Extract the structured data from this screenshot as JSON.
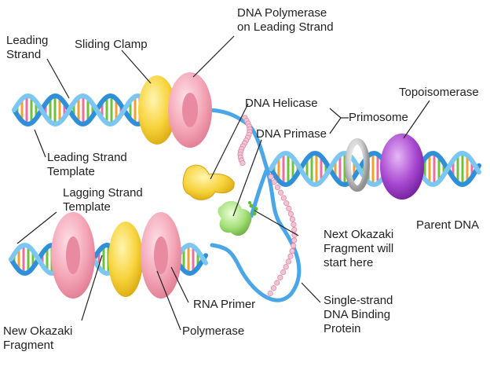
{
  "labels": {
    "leading_strand": "Leading\nStrand",
    "sliding_clamp": "Sliding Clamp",
    "dna_polymerase_leading": "DNA Polymerase\non Leading Strand",
    "dna_helicase": "DNA Helicase",
    "primosome": "Primosome",
    "dna_primase": "DNA Primase",
    "topoisomerase": "Topoisomerase",
    "leading_strand_template": "Leading Strand\nTemplate",
    "lagging_strand_template": "Lagging Strand\nTemplate",
    "parent_dna": "Parent DNA",
    "next_okazaki": "Next Okazaki\nFragment will\nstart here",
    "rna_primer": "RNA Primer",
    "new_okazaki": "New Okazaki\nFragment",
    "polymerase": "Polymerase",
    "ssb_protein": "Single-strand\nDNA Binding\nProtein"
  },
  "colors": {
    "strand_blue": "#2f8fd8",
    "strand_light": "#7cc6f2",
    "rung_green": "#6cc23a",
    "rung_orange": "#f0a030",
    "rung_pink": "#e86fa0",
    "clamp_yellow": "#f7d23a",
    "polymerase_pink": "#f4a0b0",
    "helicase_yellow": "#f2c21a",
    "primase_green": "#a6e07a",
    "topo_purple": "#9a3ec8",
    "ssb_pink": "#f4c4d4"
  }
}
